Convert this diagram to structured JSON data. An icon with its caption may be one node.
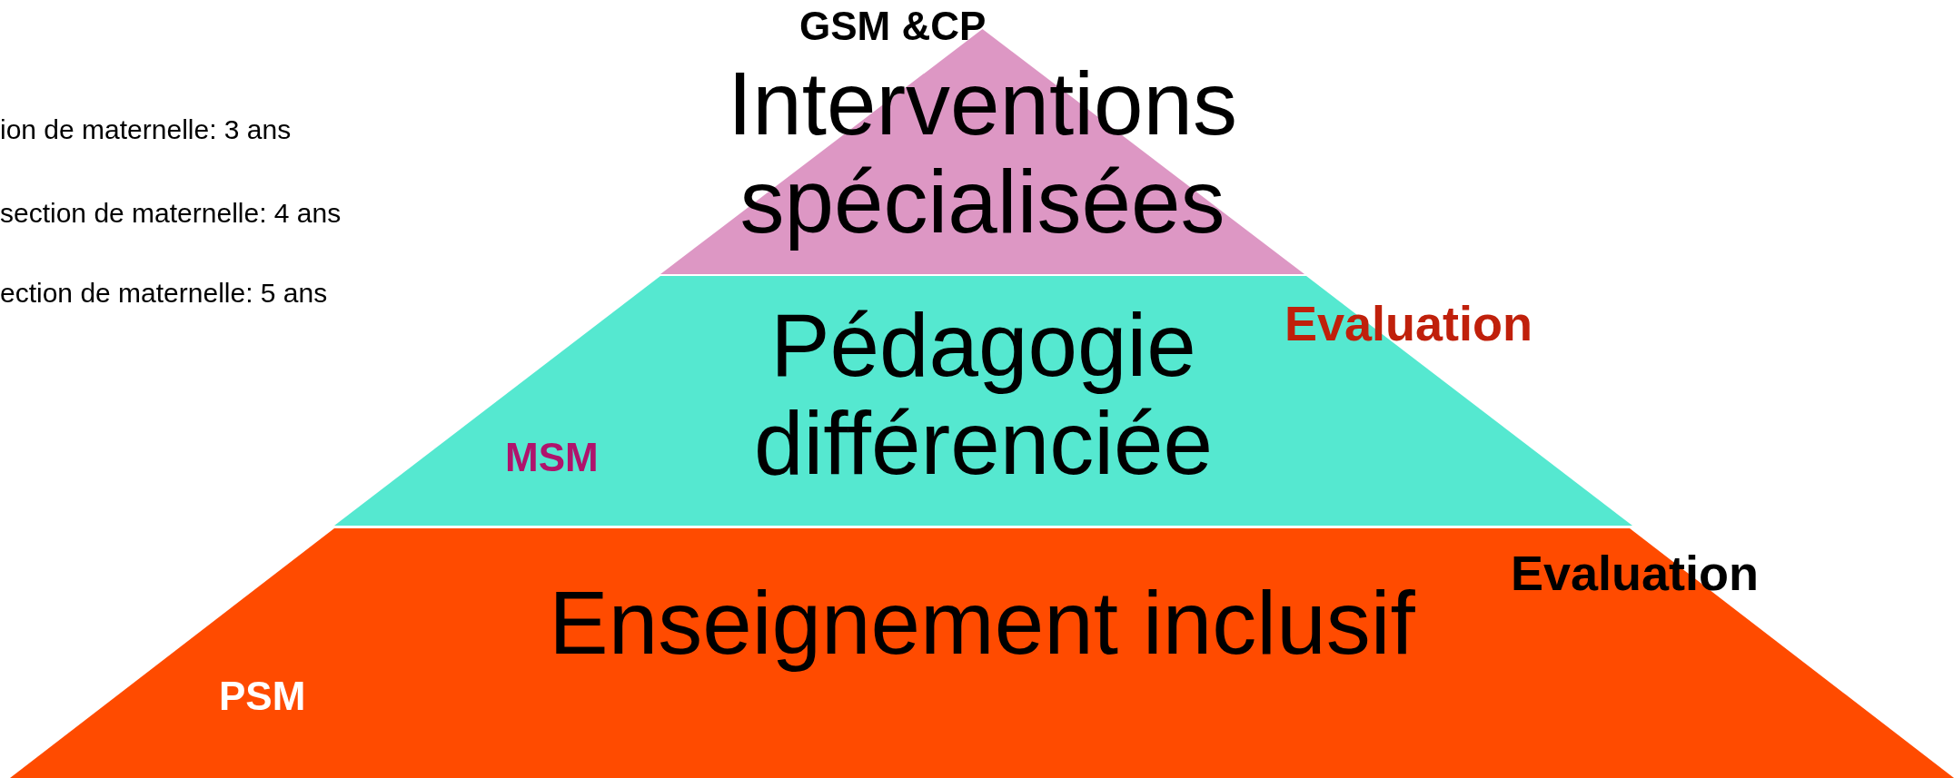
{
  "diagram": {
    "nodes": [
      {
        "text": [
          "Interventions spécialisées"
        ],
        "beside": [
          "GSM &CP"
        ]
      },
      {
        "text": [
          "MSM",
          "Pédagogie différenciée"
        ]
      },
      {
        "text": [
          "Enseignement inclusif",
          "PSM"
        ]
      }
    ],
    "labels": [
      "ion de maternelle: 3 ans",
      "section de maternelle: 4 ans",
      "ection de maternelle: 5 ans",
      "Evaluation",
      "Evaluation"
    ]
  }
}
